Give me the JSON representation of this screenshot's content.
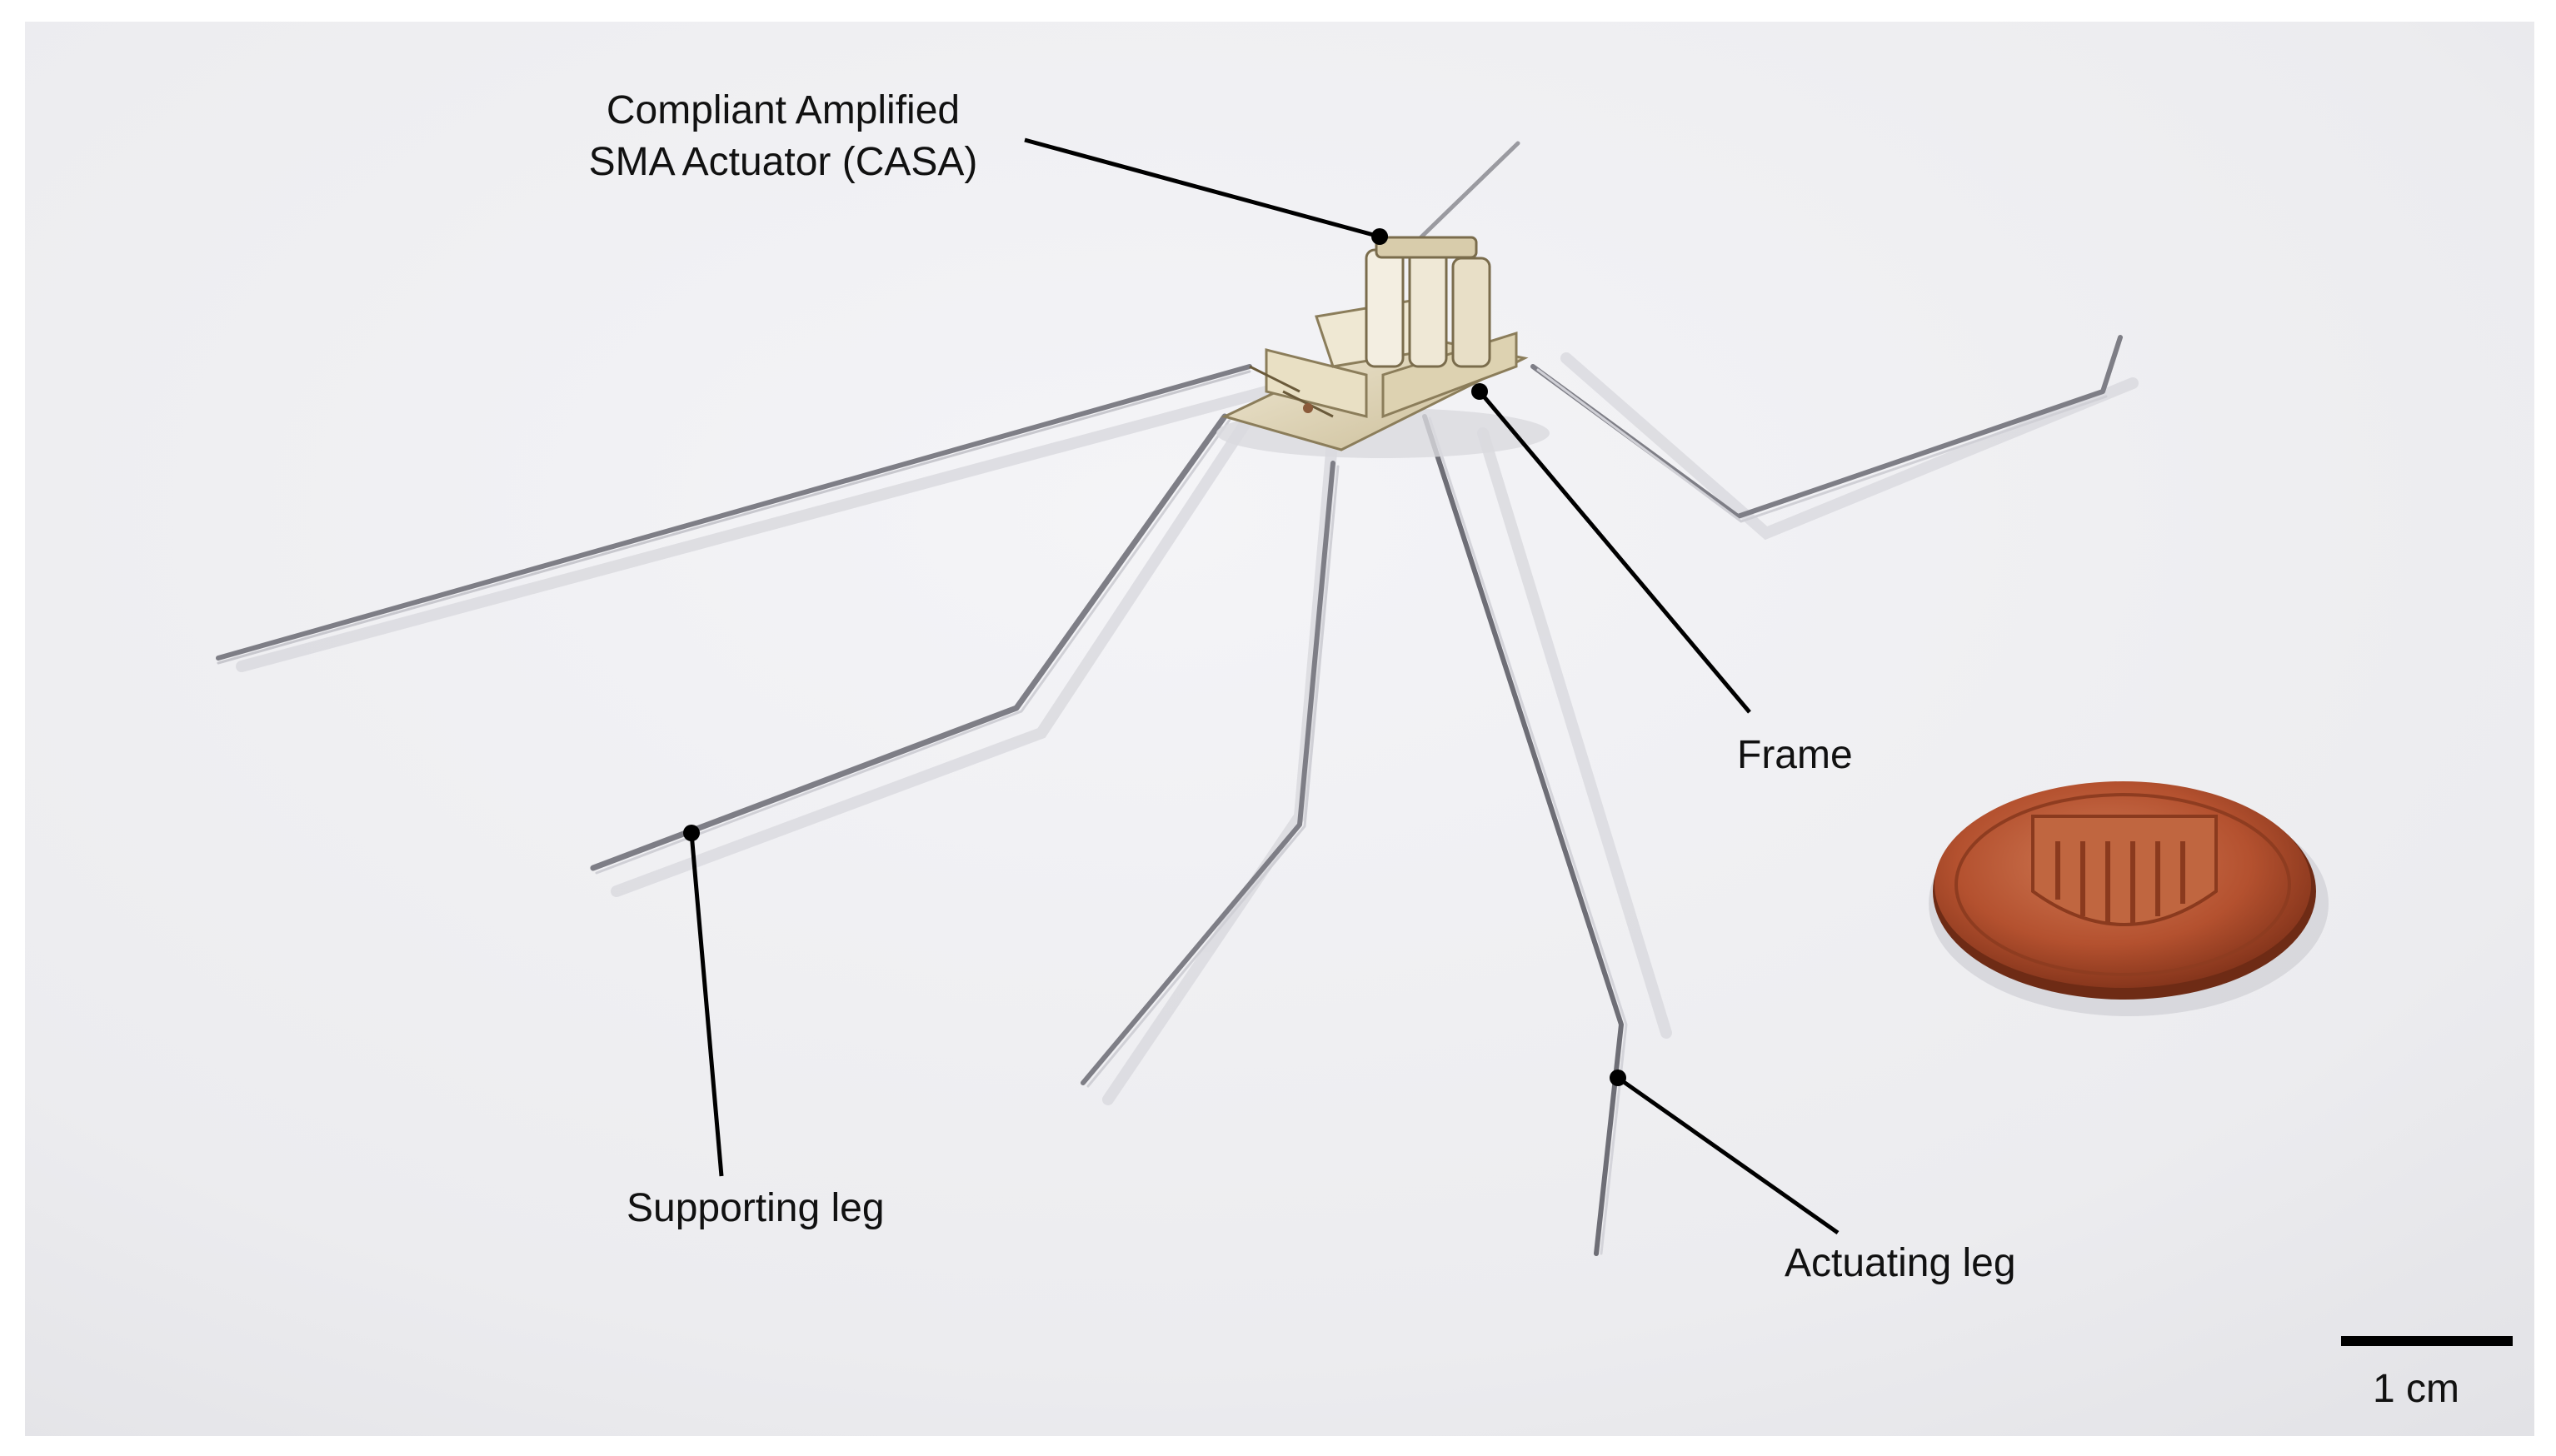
{
  "labels": {
    "casa_line1": "Compliant Amplified",
    "casa_line2": "SMA Actuator (CASA)",
    "frame": "Frame",
    "supporting_leg": "Supporting leg",
    "actuating_leg": "Actuating leg"
  },
  "scale_bar": {
    "label": "1 cm"
  },
  "colors": {
    "background": "#ededf0",
    "coin": "#b4512f",
    "robot_body": "#e6dcc0",
    "leg_wire": "#8a8a90",
    "annotation_line": "#000000"
  }
}
